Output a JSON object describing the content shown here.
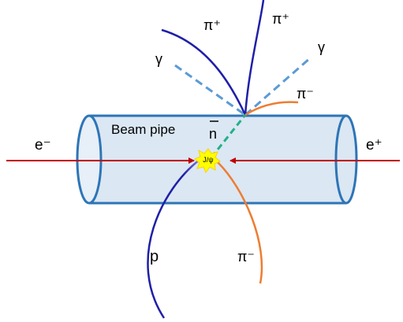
{
  "labels": {
    "beam_pipe": "Beam pipe",
    "e_minus": "e⁻",
    "e_plus": "e⁺",
    "pi_plus_left": "π⁺",
    "pi_plus_right": "π⁺",
    "gamma_left": "γ",
    "gamma_right": "γ",
    "pi_minus_upper": "π⁻",
    "pi_minus_lower": "π⁻",
    "antineutron": "n",
    "proton": "p",
    "jpsi": "J/ψ"
  },
  "colors": {
    "pipe_fill": "#dbe7f3",
    "pipe_stroke": "#2e75b6",
    "beam": "#c00000",
    "pi_plus": "#1f1fa8",
    "gamma": "#5b9bd5",
    "pi_minus": "#ed7d31",
    "antineutron": "#22b08a",
    "proton": "#1f1fa8",
    "jpsi_fill": "#ffff00"
  }
}
